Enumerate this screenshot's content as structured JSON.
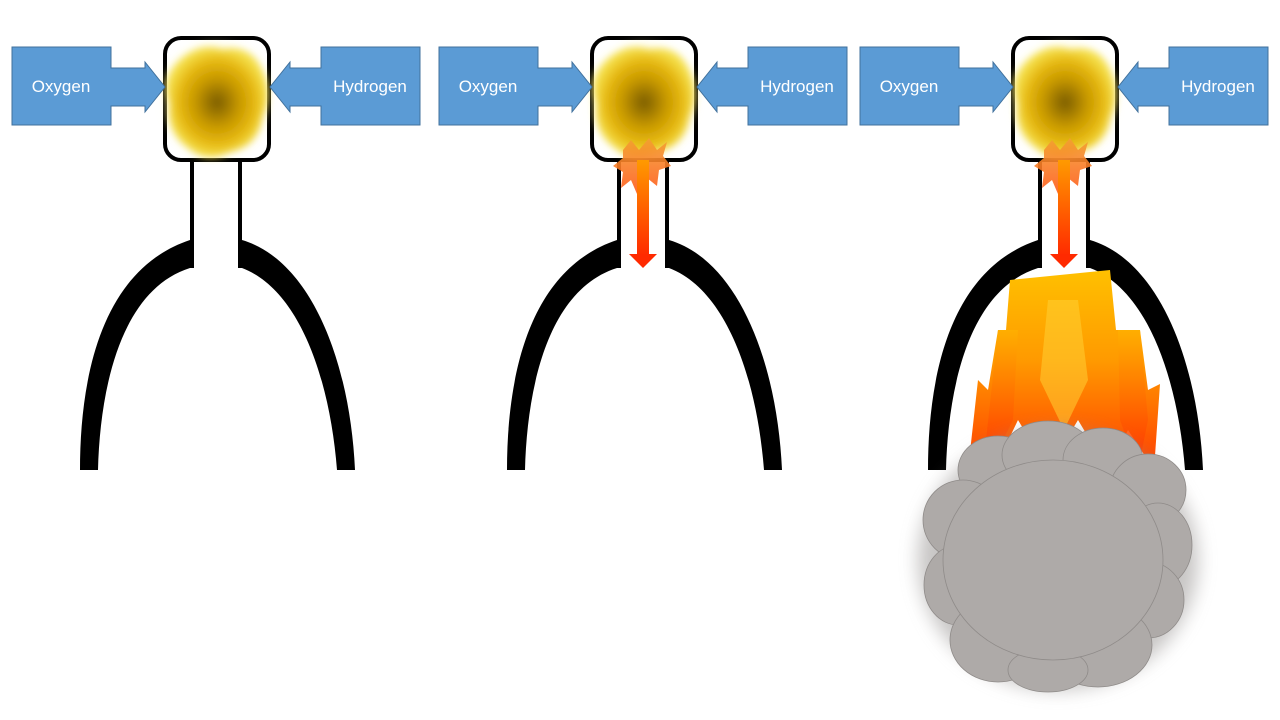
{
  "panels": [
    {
      "stage": "ignition",
      "oxygen_label": "Oxygen",
      "hydrogen_label": "Hydrogen",
      "flow_arrow": false,
      "exhaust_flame": false,
      "smoke_cloud": false
    },
    {
      "stage": "flow",
      "oxygen_label": "Oxygen",
      "hydrogen_label": "Hydrogen",
      "flow_arrow": true,
      "exhaust_flame": false,
      "smoke_cloud": false
    },
    {
      "stage": "thrust",
      "oxygen_label": "Oxygen",
      "hydrogen_label": "Hydrogen",
      "flow_arrow": true,
      "exhaust_flame": true,
      "smoke_cloud": true
    }
  ],
  "colors": {
    "label_box": "#5b9bd5",
    "label_box_border": "#41719c",
    "label_text": "#ffffff",
    "nozzle": "#000000",
    "combustion_core": "#8a6a00",
    "combustion_mid": "#d8a800",
    "combustion_glow": "#fff27a",
    "flame_light": "#ffcc00",
    "flame_dark": "#ff3300",
    "arrow": "#ff3d00",
    "smoke": "#aeaaa8"
  },
  "icons": {
    "input_arrow": "arrow-right-icon",
    "flow_arrow": "arrow-down-icon"
  }
}
